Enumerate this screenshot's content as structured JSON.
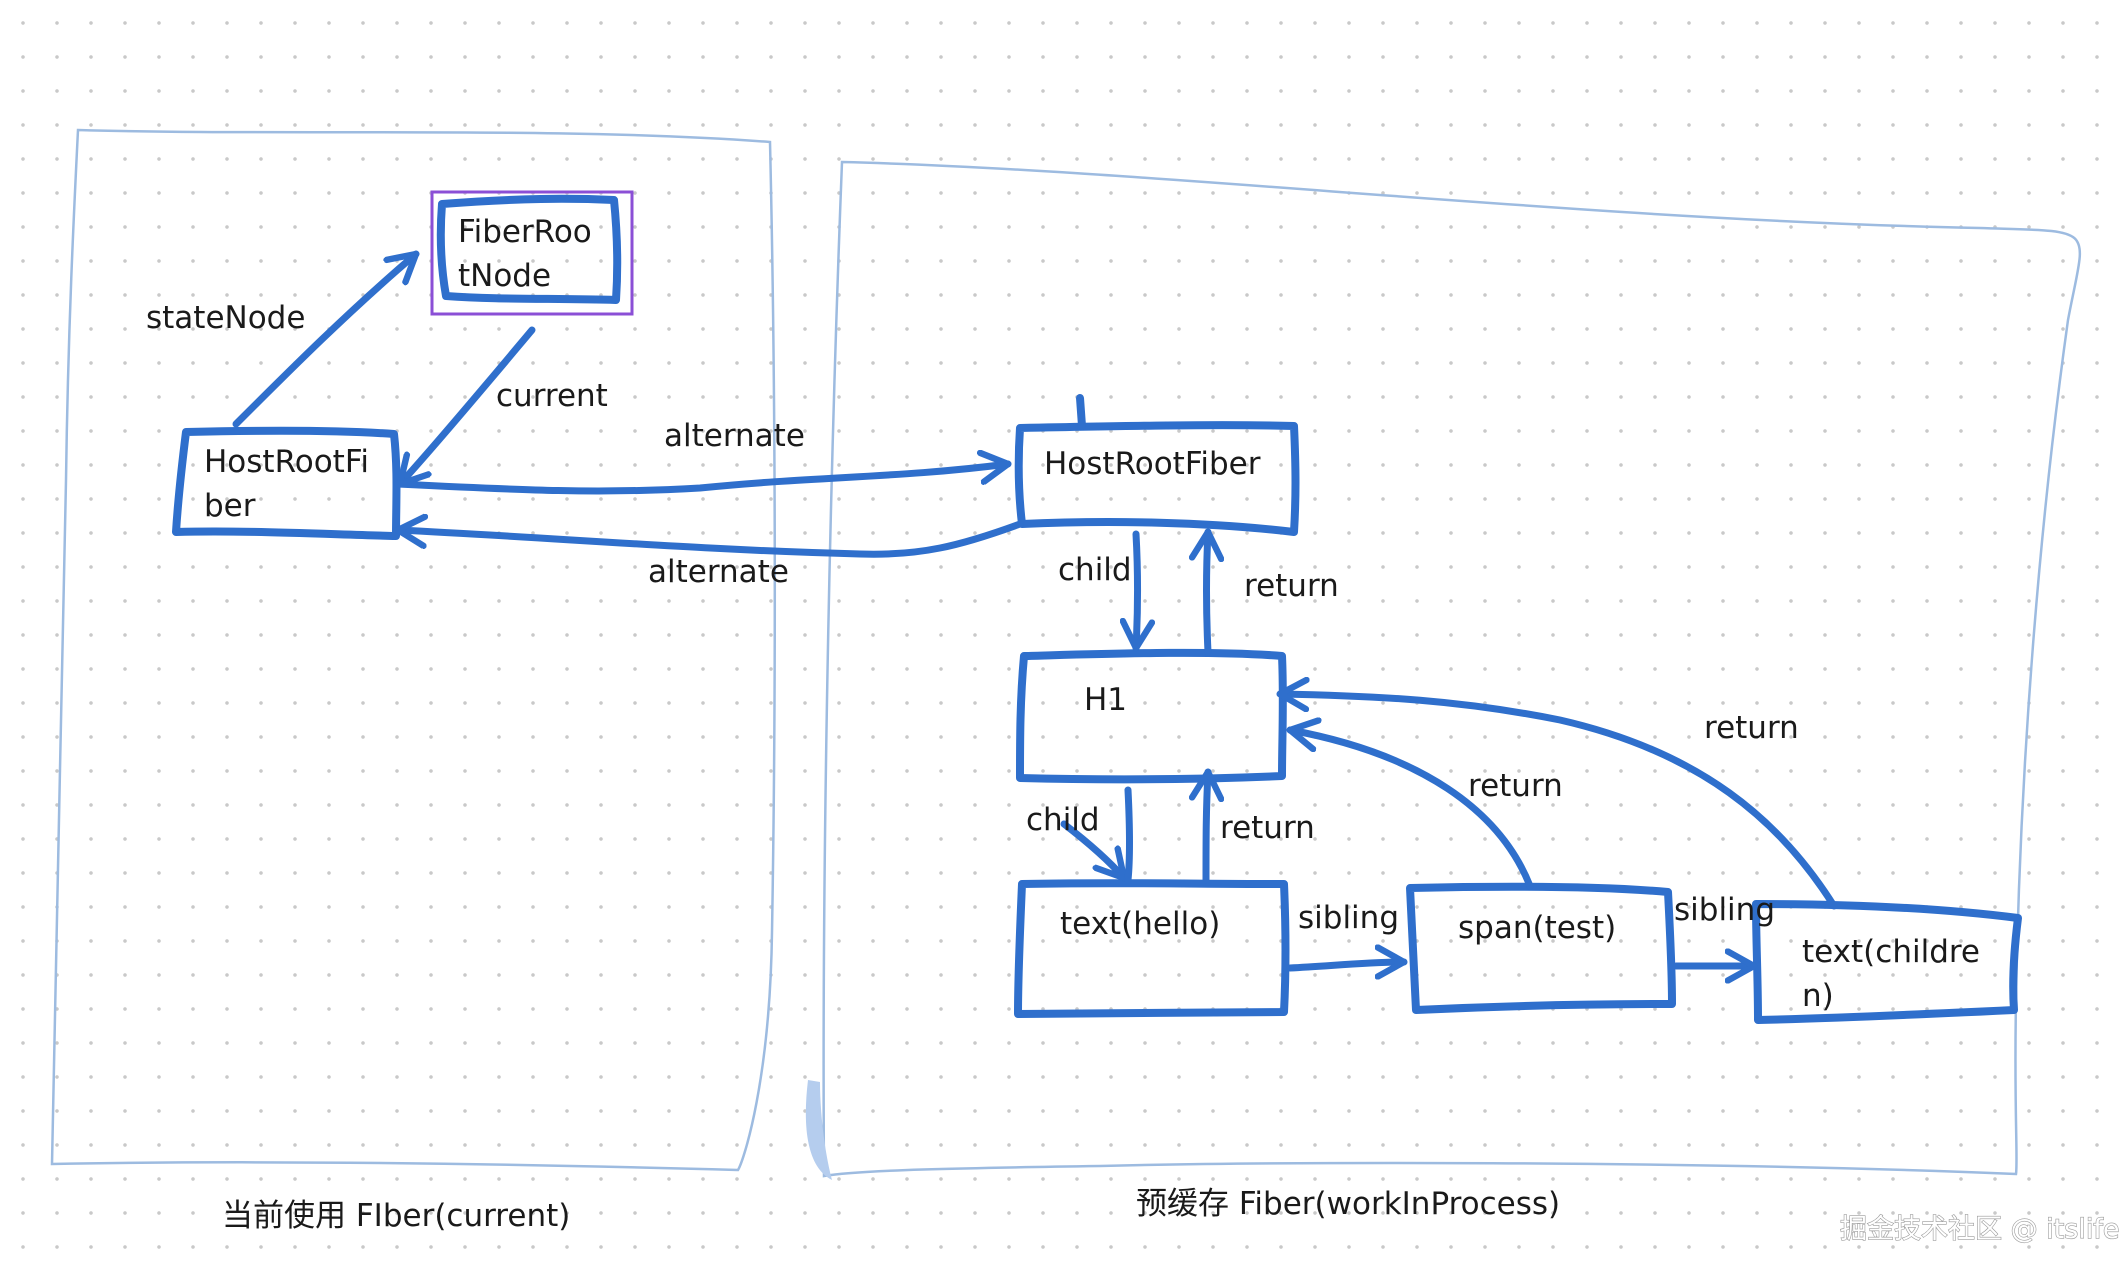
{
  "captions": {
    "current": "当前使用 FIber(current)",
    "wip": "预缓存 Fiber(workInProcess)"
  },
  "watermark": "掘金技术社区 @ itslife",
  "nodes": {
    "fiber_root": [
      "FiberRoo",
      "tNode"
    ],
    "host_root_current": [
      "HostRootFi",
      "ber"
    ],
    "host_root_wip": "HostRootFiber",
    "h1": "H1",
    "text_hello": "text(hello)",
    "span_test": "span(test)",
    "text_children": [
      "text(childre",
      "n)"
    ]
  },
  "edges": {
    "state_node": "stateNode",
    "current": "current",
    "alternate_top": "alternate",
    "alternate_bottom": "alternate",
    "child_1": "child",
    "return_1": "return",
    "child_2": "child",
    "return_2": "return",
    "return_span": "return",
    "return_children": "return",
    "sibling_1": "sibling",
    "sibling_2": "sibling"
  },
  "colors": {
    "stroke": "#2f6fcc",
    "frame": "#9dbbe0",
    "selection": "#8b4fd6"
  }
}
